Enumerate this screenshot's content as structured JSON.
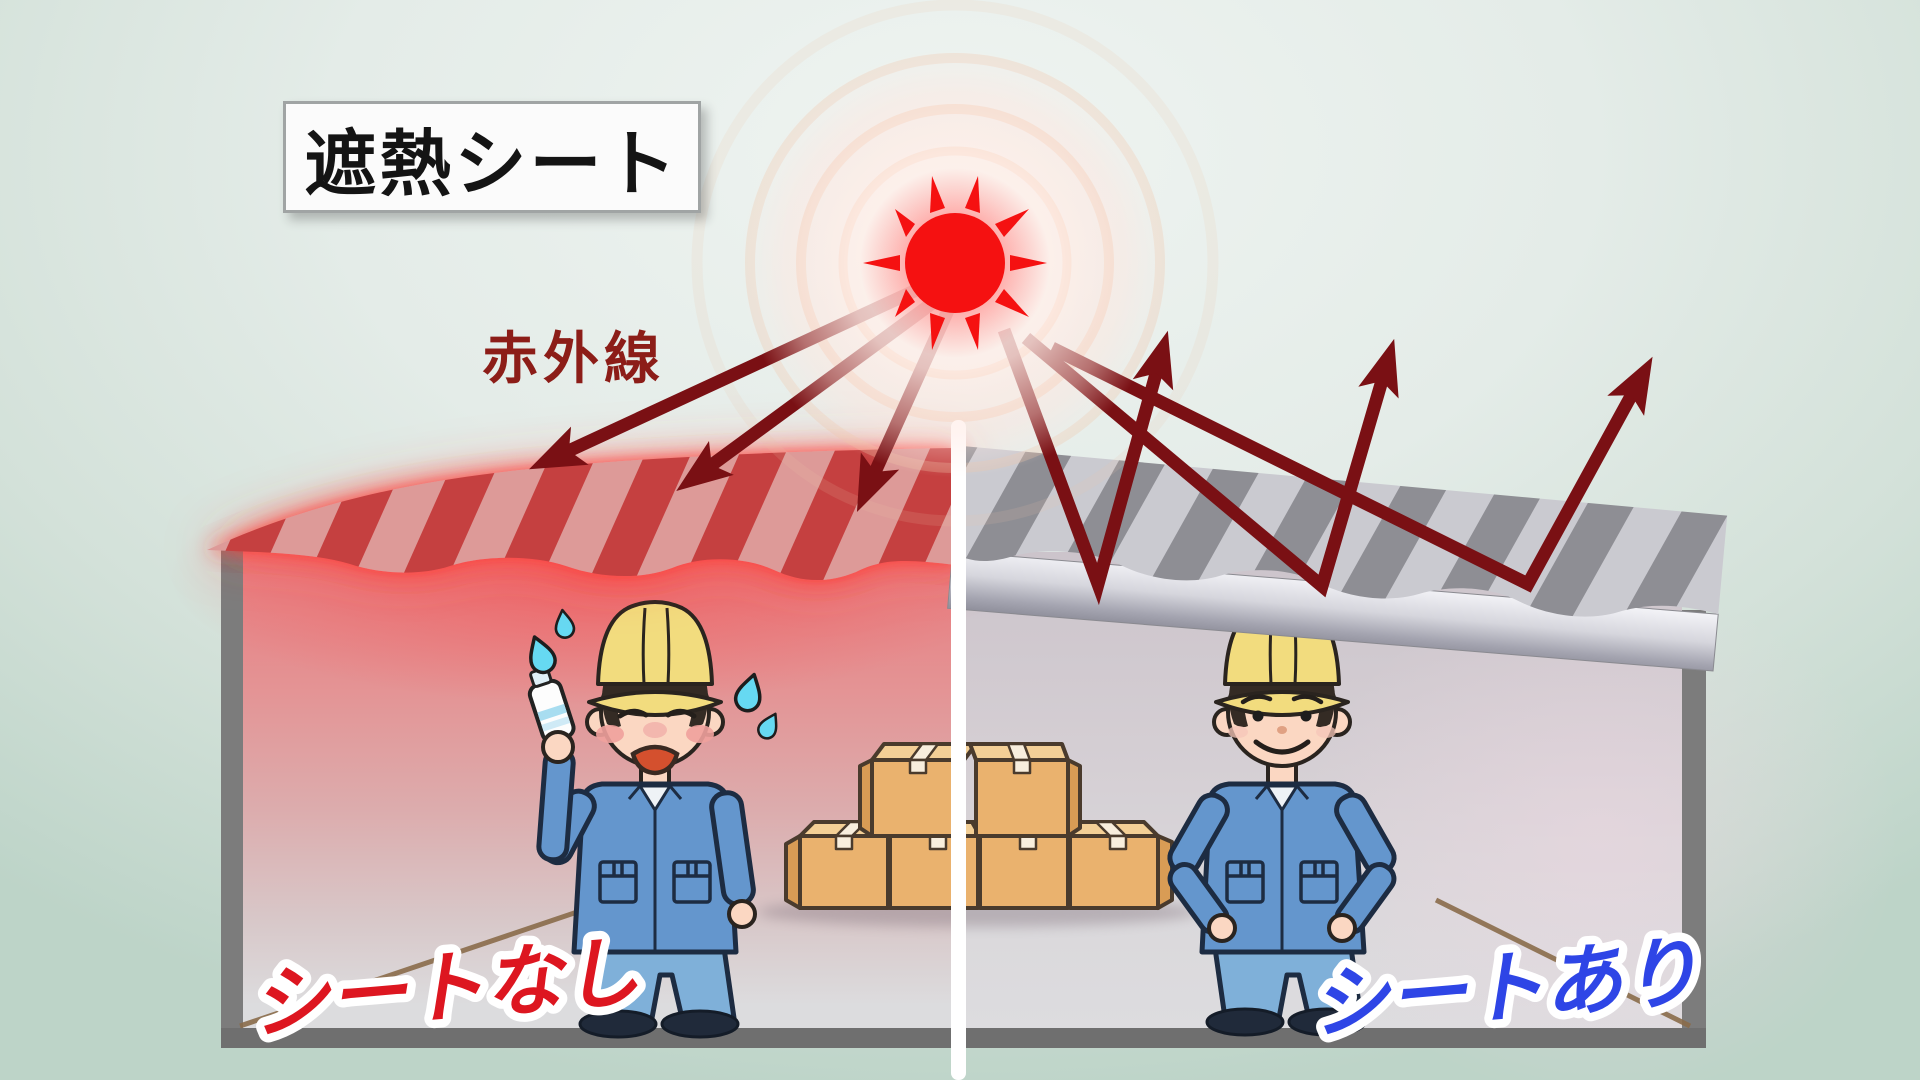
{
  "scene": {
    "title": "遮熱シート",
    "infrared_label": "赤外線",
    "left_panel": {
      "caption": "シートなし"
    },
    "right_panel": {
      "caption": "シートあり"
    }
  },
  "icons": {
    "sun": "sun-icon",
    "infrared_arrows": "infrared-arrow-icons",
    "reflected_arrows": "reflected-arrow-icons",
    "sweat_drops": "sweat-drop-icons",
    "boxes": "cardboard-box-icons"
  },
  "colors": {
    "sun-red": "#f51111",
    "ring-salmon": "#eec3a6",
    "arrow-maroon": "#7a1014",
    "infrared-text": "#8c1d18",
    "roof-hot-dark": "#c5403f",
    "roof-hot-light": "#dd9a98",
    "roof-cool-dark": "#8e8e94",
    "roof-cool-light": "#cacad0",
    "caption-no-sheet": "#dd1620",
    "caption-with-sheet": "#2e45e6",
    "frame-gray": "#7c7c7c",
    "box-front": "#eab26e",
    "box-top": "#f3cf96",
    "box-tape": "#f8eedd",
    "box-outline": "#4a3b2d",
    "uniform-blue": "#6496cd",
    "pants-blue": "#7fb0d9",
    "outline-navy": "#1d2c42",
    "helmet-yellow": "#f2dc7e",
    "skin": "#fbd7c2",
    "sweat-cyan": "#66d9f2",
    "divider-white": "#ffffff",
    "floor-line-brown": "#8a6b4a",
    "interior-hot-top": "#e8797c",
    "interior-cool-top": "#ccc4cb"
  }
}
